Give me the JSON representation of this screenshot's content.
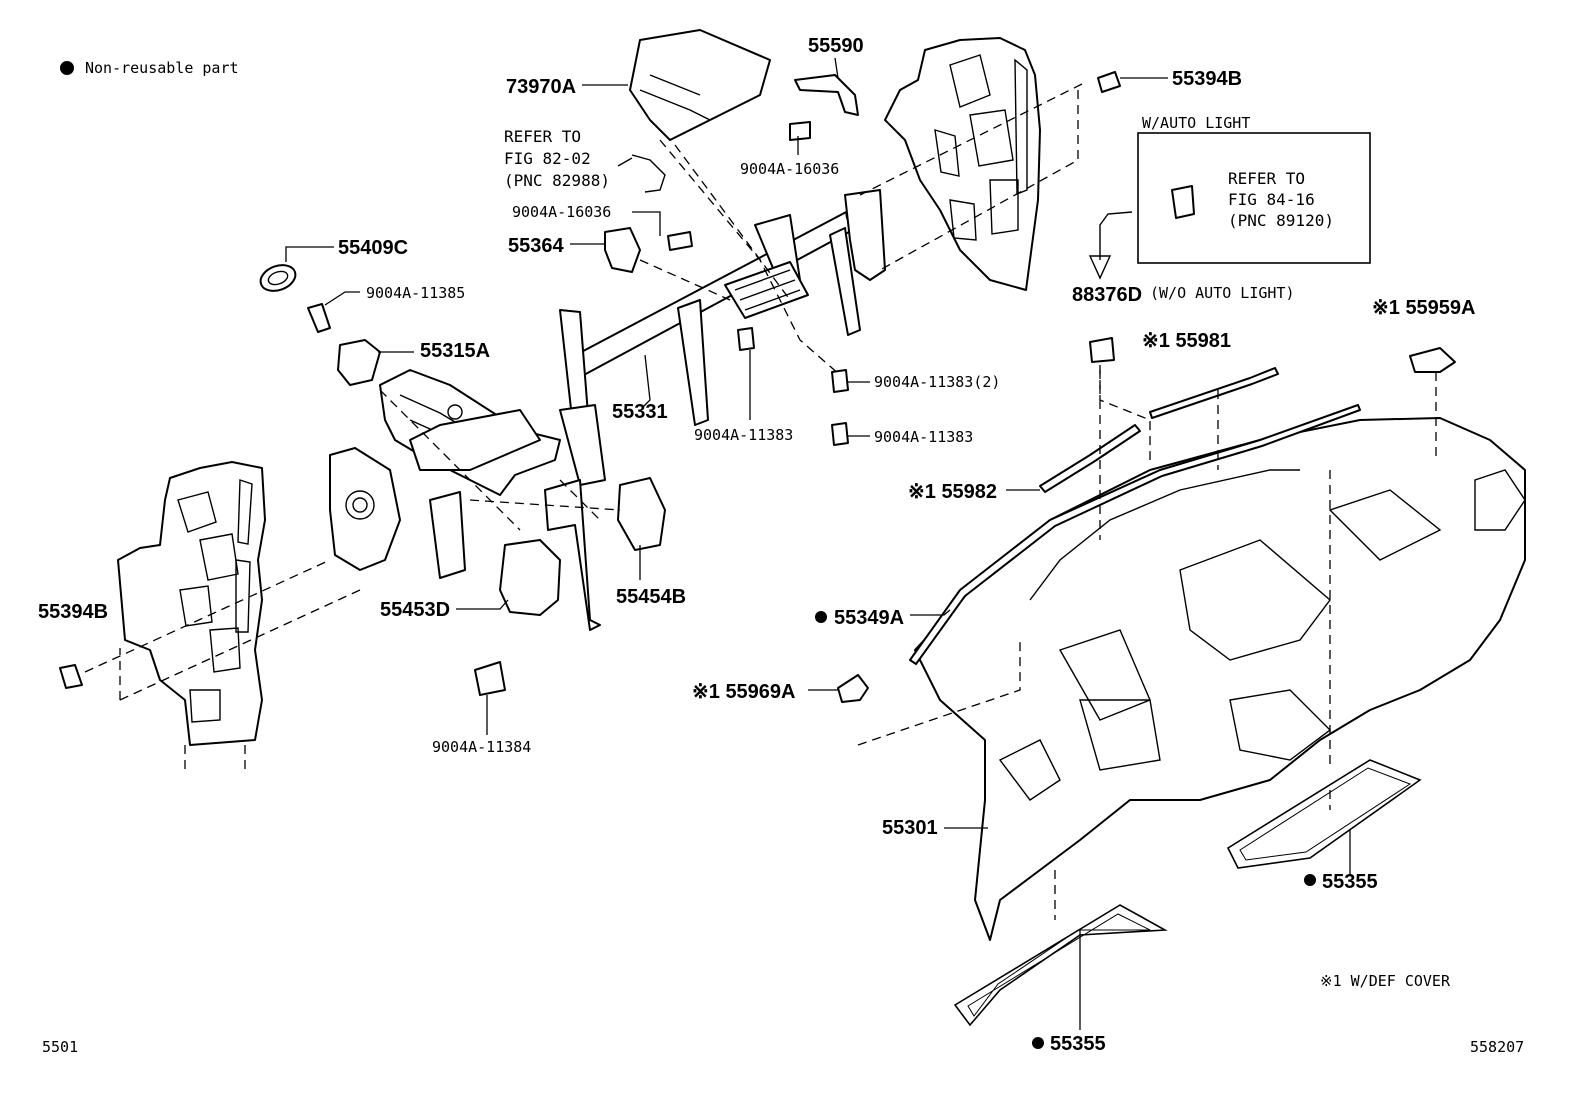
{
  "legend": {
    "text": "Non-reusable part"
  },
  "labels": {
    "p73970A": "73970A",
    "p55590": "55590",
    "p55394B_top": "55394B",
    "p55394B_left": "55394B",
    "w_auto_light": "W/AUTO LIGHT",
    "refer_auto_1": "REFER TO",
    "refer_auto_2": "FIG 84-16",
    "refer_auto_3": "(PNC 89120)",
    "refer_82_1": "REFER TO",
    "refer_82_2": "FIG 82-02",
    "refer_82_3": "(PNC 82988)",
    "b16036_a": "9004A-16036",
    "b16036_b": "9004A-16036",
    "p55409C": "55409C",
    "p55364": "55364",
    "b11385": "9004A-11385",
    "p88376D": "88376D",
    "p88376D_note": "(W/O AUTO LIGHT)",
    "p55959A": "※1 55959A",
    "p55315A": "55315A",
    "p55981": "※1 55981",
    "b11383_2": "9004A-11383(2)",
    "p55331": "55331",
    "b11383_mid": "9004A-11383",
    "b11383_right": "9004A-11383",
    "p55982": "※1 55982",
    "p55453D": "55453D",
    "p55454B": "55454B",
    "p55349A": "55349A",
    "p55969A": "※1 55969A",
    "b11384": "9004A-11384",
    "p55301": "55301",
    "p55355_right": "55355",
    "p55355_bottom": "55355",
    "def_cover_note": "※1 W/DEF COVER",
    "fig_left": "5501",
    "fig_right": "558207"
  }
}
